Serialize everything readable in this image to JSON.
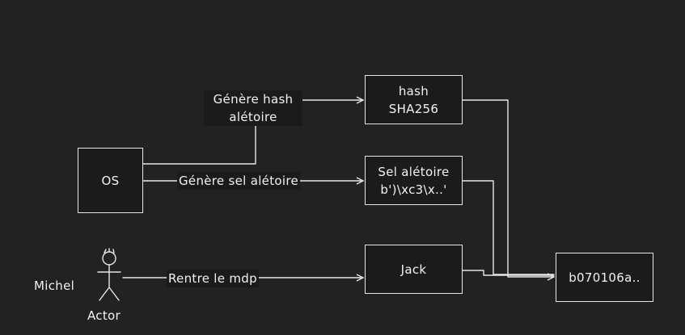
{
  "nodes": {
    "os": "OS",
    "hash_line1": "hash",
    "hash_line2": "SHA256",
    "salt_line1": "Sel alétoire",
    "salt_line2": "b')\\xc3\\x..'",
    "jack": "Jack",
    "result": "b070106a.."
  },
  "edges": {
    "gen_hash_line1": "Génère hash",
    "gen_hash_line2": "alétoire",
    "gen_salt": "Génère sel alétoire",
    "enter_pwd": "Rentre le mdp"
  },
  "actor": {
    "name": "Michel",
    "caption": "Actor"
  },
  "colors": {
    "background": "#222222",
    "stroke": "#e6e6e6",
    "text": "#f2f2f2"
  }
}
